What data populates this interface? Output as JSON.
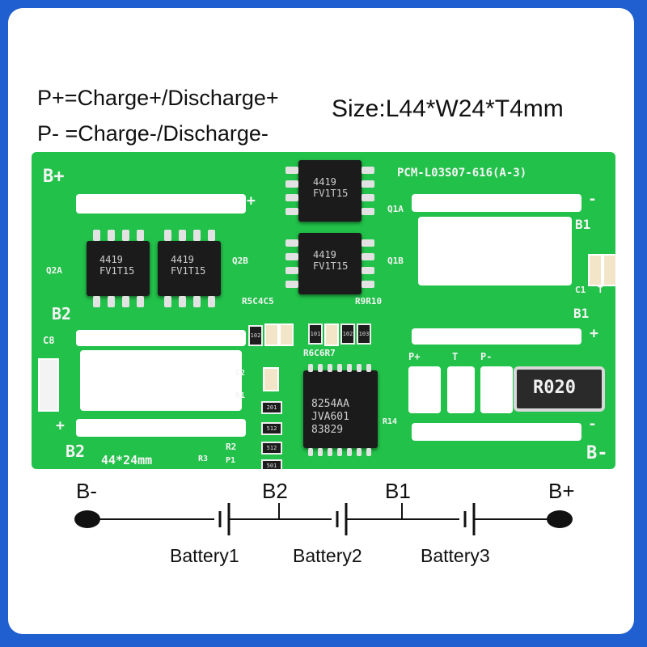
{
  "legend": {
    "line1": "P+=Charge+/Discharge+",
    "line2": "P- =Charge-/Discharge-",
    "size": "Size:L44*W24*T4mm"
  },
  "pcb": {
    "model": "PCM-L03S07-616(A-3)",
    "dimensions": "44*24mm",
    "labels": {
      "bplus": "B+",
      "b2_left": "B2",
      "b2_bottom": "B2",
      "b1_top": "B1",
      "b1_mid": "B1",
      "bminus": "B-",
      "q2a": "Q2A",
      "q2b": "Q2B",
      "q1a": "Q1A",
      "q1b": "Q1B",
      "c8": "C8",
      "c1": "C1",
      "t": "T",
      "pplus": "P+",
      "t2": "T",
      "pminus": "P-",
      "r5c4c5": "R5C4C5",
      "r9r10": "R9R10",
      "r6c6r7": "R6C6R7",
      "r14": "R14",
      "r1": "R1",
      "r2": "R2",
      "r3": "R3",
      "p1": "P1",
      "c2": "C2",
      "plus1": "+",
      "plus2": "+",
      "plus3": "+",
      "minus1": "-",
      "minus2": "-",
      "minus3": "-"
    },
    "chips": {
      "q2a": "4419\nFV1T15",
      "q2b": "4419\nFV1T15",
      "q1a": "4419\nFV1T15",
      "q1b": "4419\nFV1T15",
      "ic": "8254AA\nJVA601\n83829"
    },
    "shunt": "R020",
    "resistors": [
      "102",
      "201",
      "512",
      "512",
      "501",
      "101",
      "102",
      "103"
    ]
  },
  "circuit": {
    "nodes": {
      "bminus": "B-",
      "b2": "B2",
      "b1": "B1",
      "bplus": "B+"
    },
    "batteries": [
      "Battery1",
      "Battery2",
      "Battery3"
    ]
  },
  "colors": {
    "border": "#1f5fd0",
    "pcb": "#22c14a",
    "silk": "#f4f4f4"
  }
}
